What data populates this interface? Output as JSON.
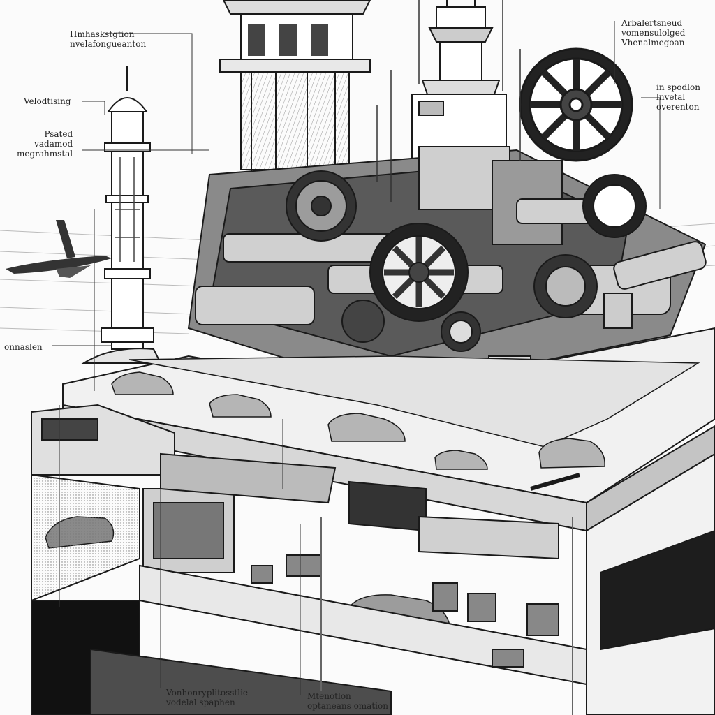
{
  "labels": {
    "top_left": [
      "Hmhaskstgtion",
      "nvelafongueanton"
    ],
    "left_upper": [
      "Velodtising"
    ],
    "left_middle": [
      "Psated",
      "vadamod",
      "megrahmstal"
    ],
    "left_lower": [
      "onnaslen"
    ],
    "top_right": [
      "Arbalertsneud",
      "vomensulolged",
      "Vhenalmegoan"
    ],
    "right_middle": [
      "in spodlon",
      "lnvetal",
      "overenton"
    ],
    "bottom_center": [
      "Vonhonryplitosstlie",
      "vodelal spaphen"
    ],
    "bottom_right": [
      "Mtenotlon",
      "optaneans omation"
    ]
  },
  "colors": {
    "ink": "#1a1a1a",
    "paper": "#fbfbfb",
    "shade": "#6e6e6e",
    "light": "#d9d9d9"
  }
}
